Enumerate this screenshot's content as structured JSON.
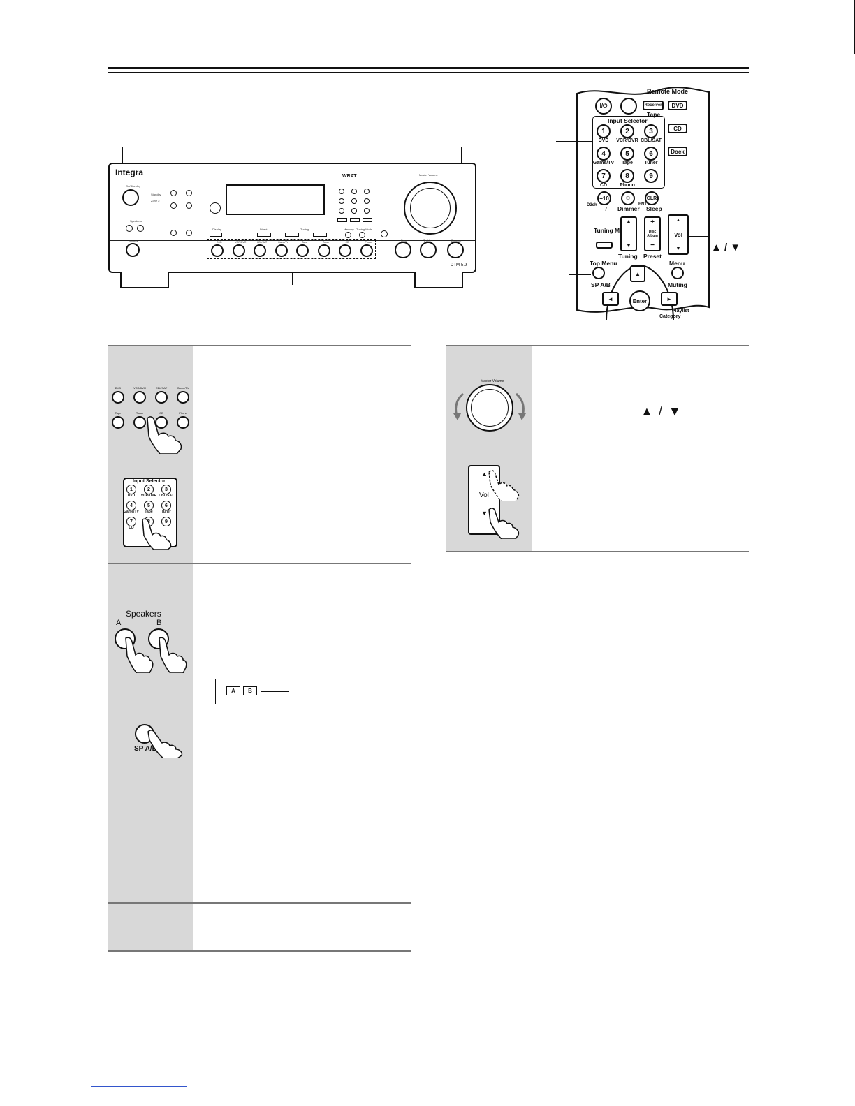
{
  "front_panel": {
    "brand": "Integra",
    "wrat_logo": "WRAT",
    "model": "DTM-5.9",
    "labels": {
      "on_standby": "On/Standby",
      "speakers": "Speakers",
      "phones": "Phones",
      "master_volume": "Master Volume",
      "standby_led": "Standby",
      "zone2_led": "Zone 2",
      "display": "Display",
      "direct": "Direct",
      "tuning": "Tuning",
      "memory": "Memory",
      "tuning_mode": "Tuning Mode",
      "bass": "Bass",
      "treble": "Treble",
      "balance": "Balance"
    },
    "input_buttons": [
      "DVD",
      "VCR/DVR",
      "CBL/SAT",
      "Game/TV",
      "Tape",
      "Tuner",
      "CD",
      "Phono"
    ]
  },
  "remote": {
    "remote_mode": "Remote Mode",
    "mode_buttons": {
      "receiver": "Receiver",
      "tape": "Tape",
      "dvd": "DVD",
      "cd": "CD",
      "dock": "Dock"
    },
    "power_symbol": "I/⏻",
    "input_selector_title": "Input Selector",
    "numbers": [
      "1",
      "2",
      "3",
      "4",
      "5",
      "6",
      "7",
      "8",
      "9"
    ],
    "number_labels": [
      "DVD",
      "VCR/DVR",
      "CBL/SAT",
      "Game/TV",
      "Tape",
      "Tuner",
      "CD",
      "Phono",
      ""
    ],
    "plus10": "+10",
    "zero": "0",
    "clr": "CLR",
    "d3ch": "D3ch",
    "dash": "—/—",
    "dimmer": "Dimmer",
    "ent": "ENT",
    "sleep": "Sleep",
    "tuning_mode": "Tuning Mode",
    "tuning": "Tuning",
    "disc_album": "Disc Album",
    "preset": "Preset",
    "plus": "+",
    "minus": "−",
    "vol": "Vol",
    "top_menu": "Top Menu",
    "sp_ab": "SP A/B",
    "menu": "Menu",
    "muting": "Muting",
    "enter": "Enter",
    "playlist": "Playlist",
    "category": "Category",
    "up_arrow": "▲",
    "down_arrow": "▼",
    "left_arrow": "◄",
    "right_arrow": "►"
  },
  "callouts": {
    "vol_arrows": "▲ / ▼"
  },
  "step1": {
    "panel_buttons_row1": [
      "DVD",
      "VCR/DVR",
      "CBL/SAT",
      "Game/TV"
    ],
    "panel_buttons_row2": [
      "Tape",
      "Tuner",
      "CD",
      "Phono"
    ],
    "remote_title": "Input Selector",
    "remote_numbers": [
      "1",
      "2",
      "3",
      "4",
      "5",
      "6",
      "7",
      "8",
      "9"
    ],
    "remote_labels": [
      "DVD",
      "VCR/DVR",
      "CBL/SAT",
      "Game/TV",
      "Tape",
      "Tuner",
      "CD",
      "",
      ""
    ]
  },
  "step2": {
    "speakers_title": "Speakers",
    "a": "A",
    "b": "B",
    "indicator_a": "A",
    "indicator_b": "B",
    "sp_ab": "SP A/B"
  },
  "step_volume": {
    "master_volume": "Master Volume",
    "up": "▲",
    "sep": "/",
    "down": "▼",
    "vol": "Vol"
  }
}
